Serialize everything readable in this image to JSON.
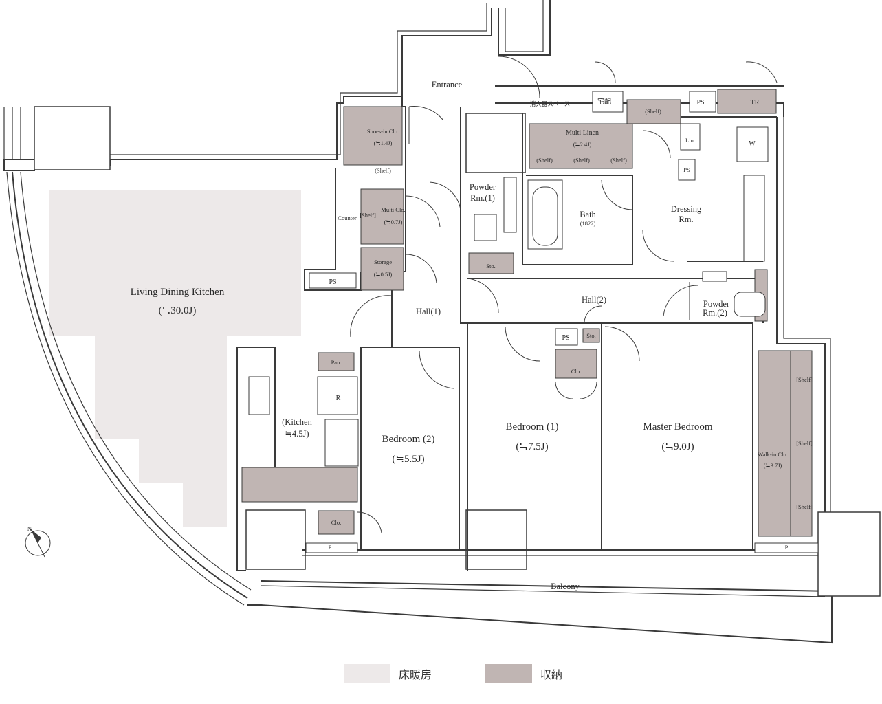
{
  "colors": {
    "floor_heating": "#ede9e9",
    "storage": "#c0b5b3",
    "wall": "#3a3a3a"
  },
  "rooms": {
    "entrance": "Entrance",
    "fire_ext": "消火器スペース",
    "takuhai": "宅配",
    "ps": "PS",
    "tr": "TR",
    "shoes_in": "Shoes-in Clo.",
    "shoes_in_size": "(≒1.4J)",
    "shelf": "(Shelf)",
    "shelf_v": "[Shelf]",
    "multi_clo": "Multi Clo.",
    "multi_clo_size": "(≒0.7J)",
    "storage": "Storage",
    "storage_size": "(≒0.5J)",
    "counter": "Counter",
    "multi_linen": "Multi Linen",
    "multi_linen_size": "(≒2.4J)",
    "lin": "Lin.",
    "w": "W",
    "powder1": "Powder",
    "powder1_b": "Rm.(1)",
    "bath": "Bath",
    "bath_size": "(1822)",
    "dressing": "Dressing",
    "dressing_b": "Rm.",
    "sto": "Sto.",
    "hall1": "Hall(1)",
    "hall2": "Hall(2)",
    "powder2": "Powder",
    "powder2_b": "Rm.(2)",
    "ldk": "Living Dining Kitchen",
    "ldk_size": "(≒30.0J)",
    "pan": "Pan.",
    "r": "R",
    "kitchen": "(Kitchen",
    "kitchen_size": "≒4.5J)",
    "clo": "Clo.",
    "bedroom2": "Bedroom (2)",
    "bedroom2_size": "(≒5.5J)",
    "bedroom1": "Bedroom (1)",
    "bedroom1_size": "(≒7.5J)",
    "master": "Master Bedroom",
    "master_size": "(≒9.0J)",
    "walkin": "Walk-in Clo.",
    "walkin_size": "(≒3.7J)",
    "p": "P",
    "balcony": "Balcony",
    "north": "N"
  },
  "legend": {
    "floor_heating": "床暖房",
    "storage": "収納"
  }
}
